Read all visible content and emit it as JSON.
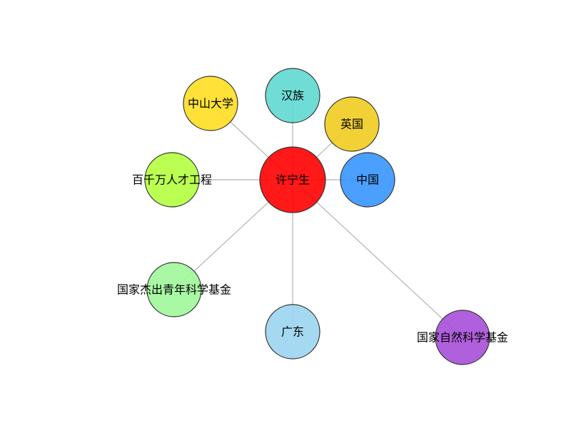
{
  "graph": {
    "center": {
      "label": "许宁生",
      "color": "#ff0000"
    },
    "nodes": [
      {
        "label": "汉族",
        "color": "#5fd8d2"
      },
      {
        "label": "中山大学",
        "color": "#ffde21"
      },
      {
        "label": "英国",
        "color": "#efcc1f"
      },
      {
        "label": "百千万人才工程",
        "color": "#b3ff3f"
      },
      {
        "label": "中国",
        "color": "#3795ff"
      },
      {
        "label": "国家杰出青年科学基金",
        "color": "#9ef79a"
      },
      {
        "label": "广东",
        "color": "#9bd5ef"
      },
      {
        "label": "国家自然科学基金",
        "color": "#a74fd8"
      }
    ]
  }
}
